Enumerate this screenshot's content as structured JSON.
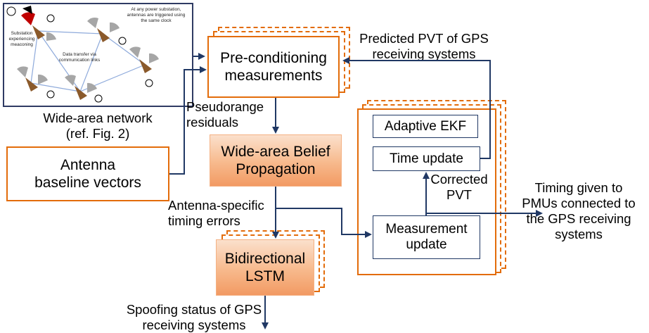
{
  "network_inset": {
    "label_substation": "Substation experiencing meaconing",
    "label_trigger": "At any power substation, antennas are triggered using the same clock",
    "label_transfer": "Data transfer via communication links"
  },
  "network_caption": {
    "line1": "Wide-area network",
    "line2": "(ref. Fig. 2)"
  },
  "antenna_box": {
    "line1": "Antenna",
    "line2": "baseline vectors"
  },
  "preconditioning_box": {
    "line1": "Pre-conditioning",
    "line2": "measurements"
  },
  "predicted_pvt_label": {
    "line1": "Predicted PVT of GPS",
    "line2": "receiving systems"
  },
  "pseudorange_label": {
    "line1": "Pseudorange",
    "line2": "residuals"
  },
  "belief_box": {
    "line1": "Wide-area Belief",
    "line2": "Propagation"
  },
  "timing_errors_label": {
    "line1": "Antenna-specific",
    "line2": "timing errors"
  },
  "lstm_box": {
    "line1": "Bidirectional",
    "line2": "LSTM"
  },
  "spoofing_label": {
    "line1": "Spoofing status of GPS",
    "line2": "receiving systems"
  },
  "ekf_panel": {
    "title": "Adaptive  EKF",
    "time_update": "Time update",
    "measurement_update_line1": "Measurement",
    "measurement_update_line2": "update",
    "corrected_line1": "Corrected",
    "corrected_line2": "PVT"
  },
  "timing_output_label": {
    "line1": "Timing given to",
    "line2": "PMUs connected to",
    "line3": "the GPS receiving",
    "line4": "systems"
  },
  "colors": {
    "arrow": "#203864",
    "orange": "#e36c0a",
    "fill_light": "#fbe0cc",
    "fill_dark": "#f29a63"
  }
}
